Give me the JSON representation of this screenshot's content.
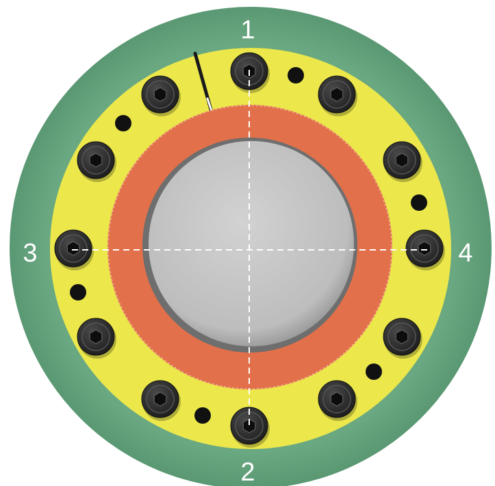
{
  "colors": {
    "background": "#ffffff",
    "outer_ring": "#6aa882",
    "clamp_plate": "#ece84c",
    "inner_ring": "#e2704a",
    "shaft": "#c8c8c8",
    "bolt": "#2b2b2b",
    "hole": "#111111",
    "centerline": "#ffffff"
  },
  "labels": {
    "top": "1",
    "bottom": "2",
    "left": "3",
    "right": "4"
  },
  "components": {
    "outer_ring": "flange",
    "clamp_plate": "clamping-ring",
    "inner_ring": "inner-bushing",
    "shaft": "shaft",
    "bolt": "socket-head-cap-screw",
    "hole": "jacking-hole",
    "slot": "split-slot"
  },
  "bolt_count": 12,
  "hole_count": 6,
  "icons": {
    "bolt": "hex-socket-bolt-icon",
    "hole": "hole-icon"
  }
}
